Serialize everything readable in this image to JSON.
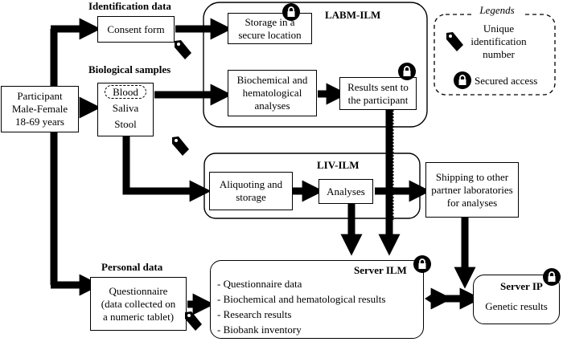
{
  "headings": {
    "identification": "Identification data",
    "biological": "Biological samples",
    "personal": "Personal data",
    "labm": "LABM-ILM",
    "liv": "LIV-ILM",
    "server_ilm": "Server ILM",
    "server_ip": "Server IP"
  },
  "participant": [
    "Participant",
    "Male-Female",
    "18-69 years"
  ],
  "consent": "Consent form",
  "storage_secure": [
    "Storage in a",
    "secure location"
  ],
  "samples": [
    "Blood",
    "Saliva",
    "Stool"
  ],
  "biochem": [
    "Biochemical and",
    "hematological",
    "analyses"
  ],
  "results_sent": [
    "Results sent to",
    "the participant"
  ],
  "aliquoting": [
    "Aliquoting and",
    "storage"
  ],
  "analyses": "Analyses",
  "shipping": [
    "Shipping to other",
    "partner laboratories",
    "for analyses"
  ],
  "questionnaire": [
    "Questionnaire",
    "(data collected on",
    "a numeric tablet)"
  ],
  "server_ilm_items": [
    "- Questionnaire data",
    "- Biochemical and hematological results",
    "- Research results",
    "- Biobank inventory"
  ],
  "server_ip_text": "Genetic results",
  "legend": {
    "title": "Legends",
    "tag_label": [
      "Unique",
      "identification",
      "number"
    ],
    "lock_label": "Secured access"
  }
}
